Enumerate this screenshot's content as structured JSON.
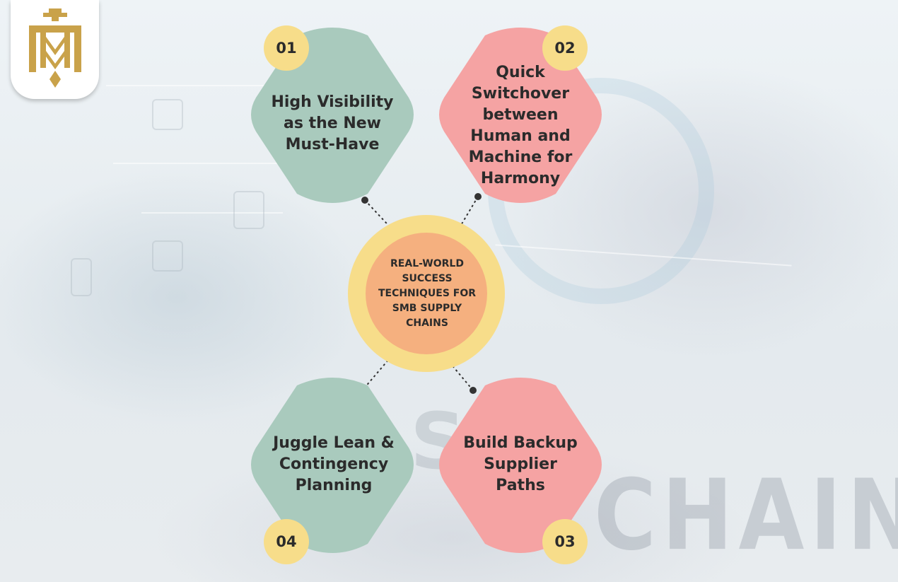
{
  "center": {
    "title": "REAL-WORLD SUCCESS TECHNIQUES FOR SMB SUPPLY CHAINS"
  },
  "items": [
    {
      "number": "01",
      "text": "High Visibility as the New Must-Have",
      "color": "#a9cabd"
    },
    {
      "number": "02",
      "text": "Quick Switchover between Human and Machine for Harmony",
      "color": "#f5a3a3"
    },
    {
      "number": "03",
      "text": "Build Backup Supplier Paths",
      "color": "#f5a3a3"
    },
    {
      "number": "04",
      "text": "Juggle Lean & Contingency Planning",
      "color": "#a9cabd"
    }
  ],
  "background_word": "CHAIN",
  "background_letter": "S",
  "colors": {
    "badge": "#f7dd8a",
    "center_outer": "#f7dd8a",
    "center_inner": "#f5b07f",
    "logo_gold": "#c9a24a"
  }
}
